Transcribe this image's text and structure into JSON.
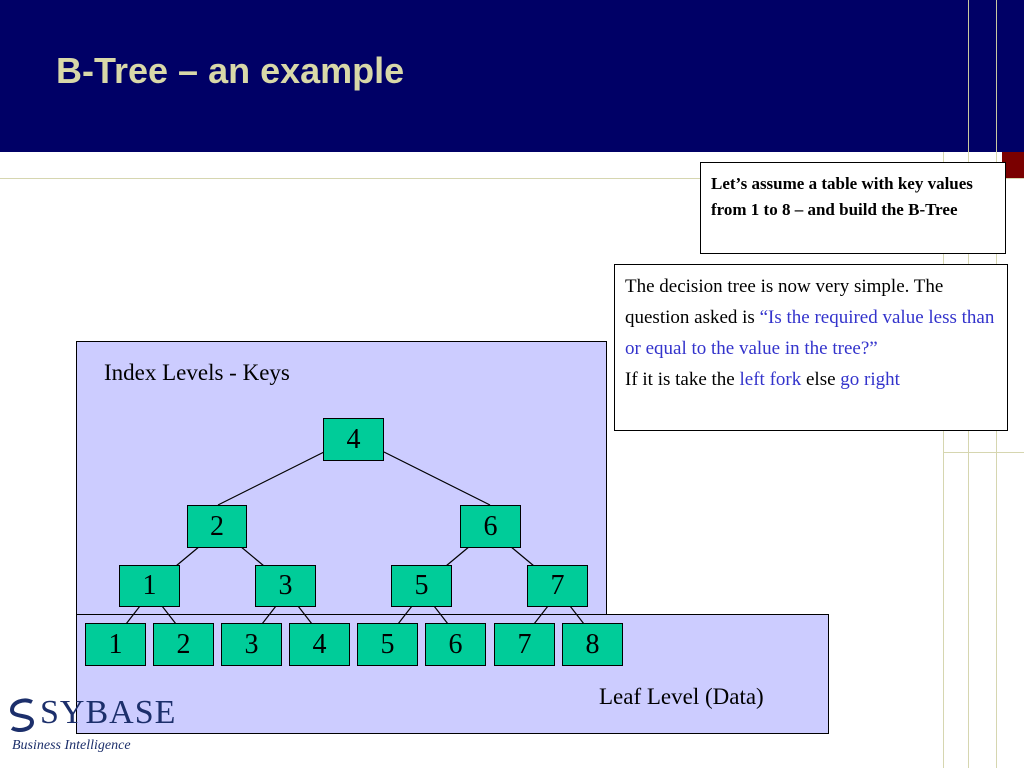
{
  "slide": {
    "title": "B-Tree – an example"
  },
  "note": {
    "text": "Let’s assume a table with key values from 1 to 8 – and build the B-Tree"
  },
  "description": {
    "part1": "The decision tree is now very simple. The question asked is ",
    "question": "“Is the required value less than or equal to the value in the tree?”",
    "part2": "If it is take the ",
    "left_fork": "left fork",
    "else_word": " else ",
    "go_right": "go right"
  },
  "index_panel": {
    "label": "Index Levels - Keys",
    "root": "4",
    "level2": [
      "2",
      "6"
    ],
    "level3": [
      "1",
      "3",
      "5",
      "7"
    ]
  },
  "leaf_panel": {
    "label": "Leaf Level (Data)",
    "leaves": [
      "1",
      "2",
      "3",
      "4",
      "5",
      "6",
      "7",
      "8"
    ]
  },
  "logo": {
    "wordmark": "SYBASE",
    "subtitle": "Business Intelligence"
  },
  "colors": {
    "header_bg": "#000066",
    "title_text": "#d8d8a8",
    "panel_bg": "#ccccff",
    "node_fill": "#00cc99",
    "highlight_text": "#3333cc",
    "accent": "#7a0000"
  }
}
